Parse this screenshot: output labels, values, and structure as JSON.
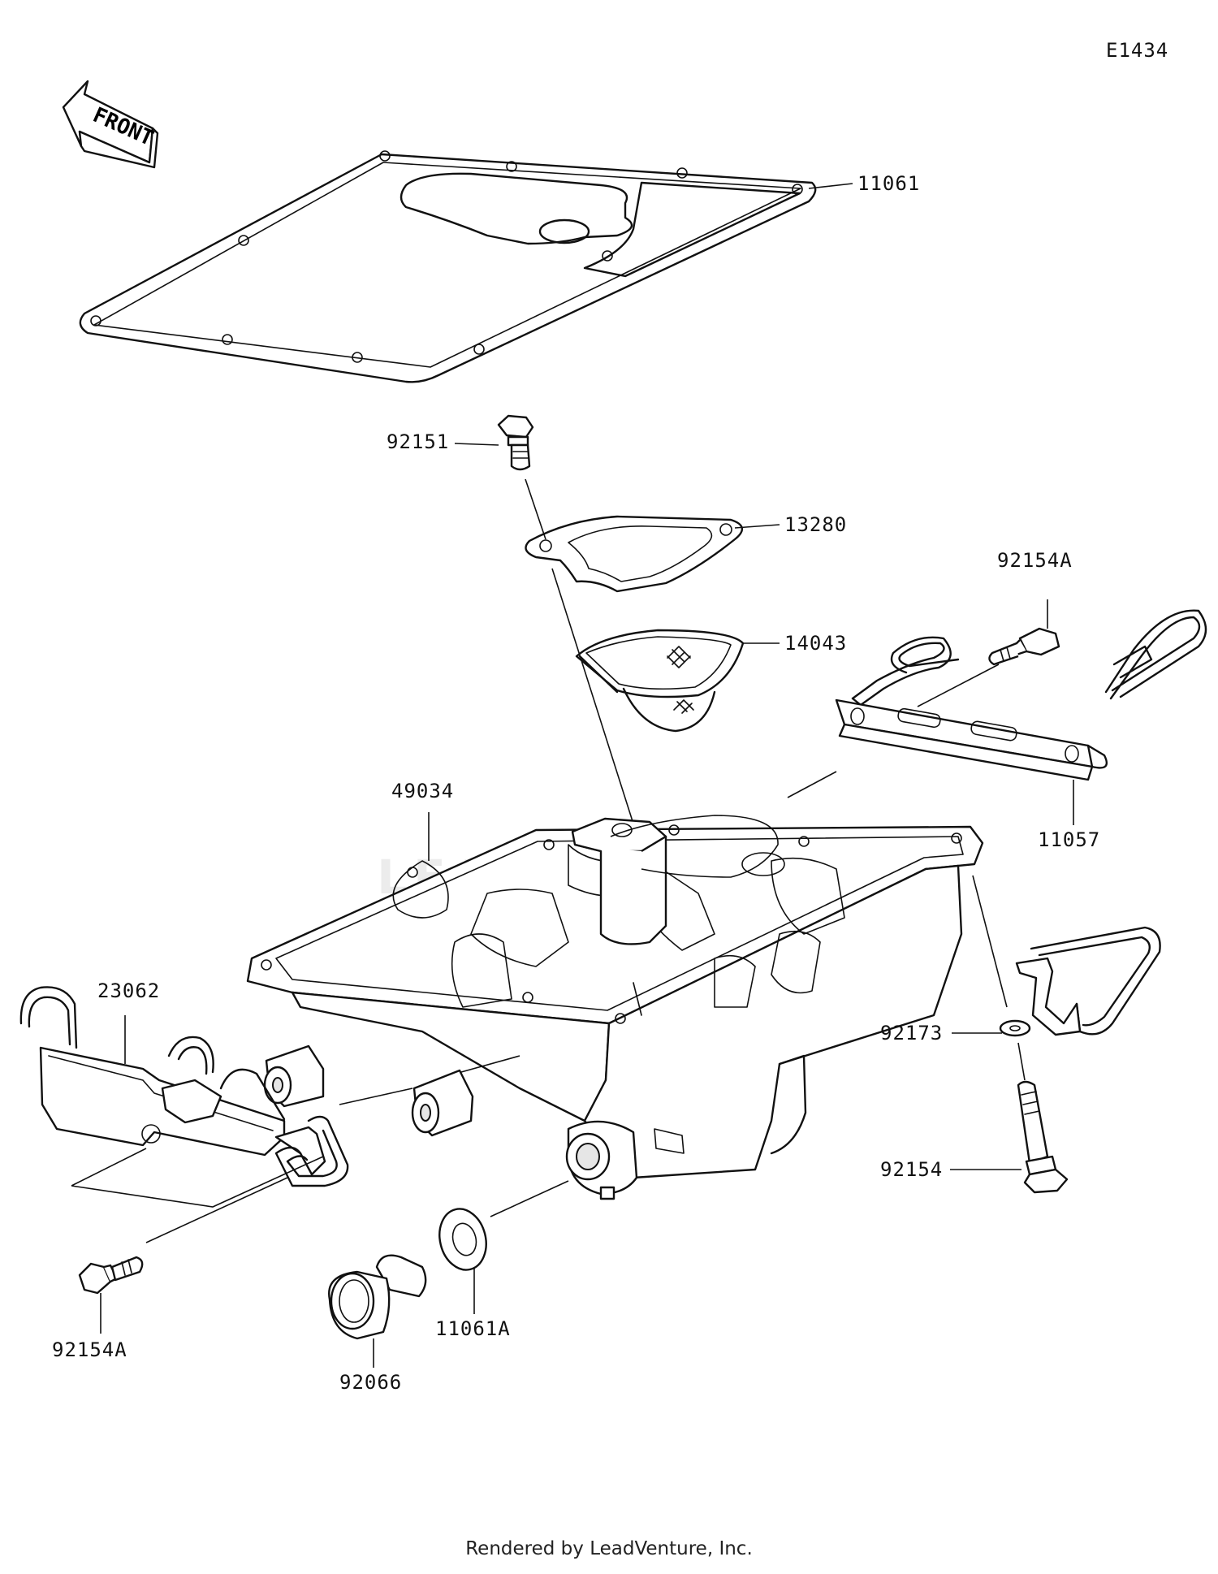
{
  "diagram_code": "E1434",
  "front_arrow_text": "FRONT",
  "footer": "Rendered by LeadVenture, Inc.",
  "watermark_text": "LEADVENTURE",
  "callouts": {
    "gasket_oil_pan": "11061",
    "bolt_92151": "92151",
    "gasket_13280": "13280",
    "strainer_14043": "14043",
    "bolt_top_right": "92154A",
    "oil_pan": "49034",
    "pipe_11057": "11057",
    "bracket_23062": "23062",
    "washer_92173": "92173",
    "bolt_92154": "92154",
    "bolt_bottom_left": "92154A",
    "drain_plug": "92066",
    "drain_gasket": "11061A"
  }
}
